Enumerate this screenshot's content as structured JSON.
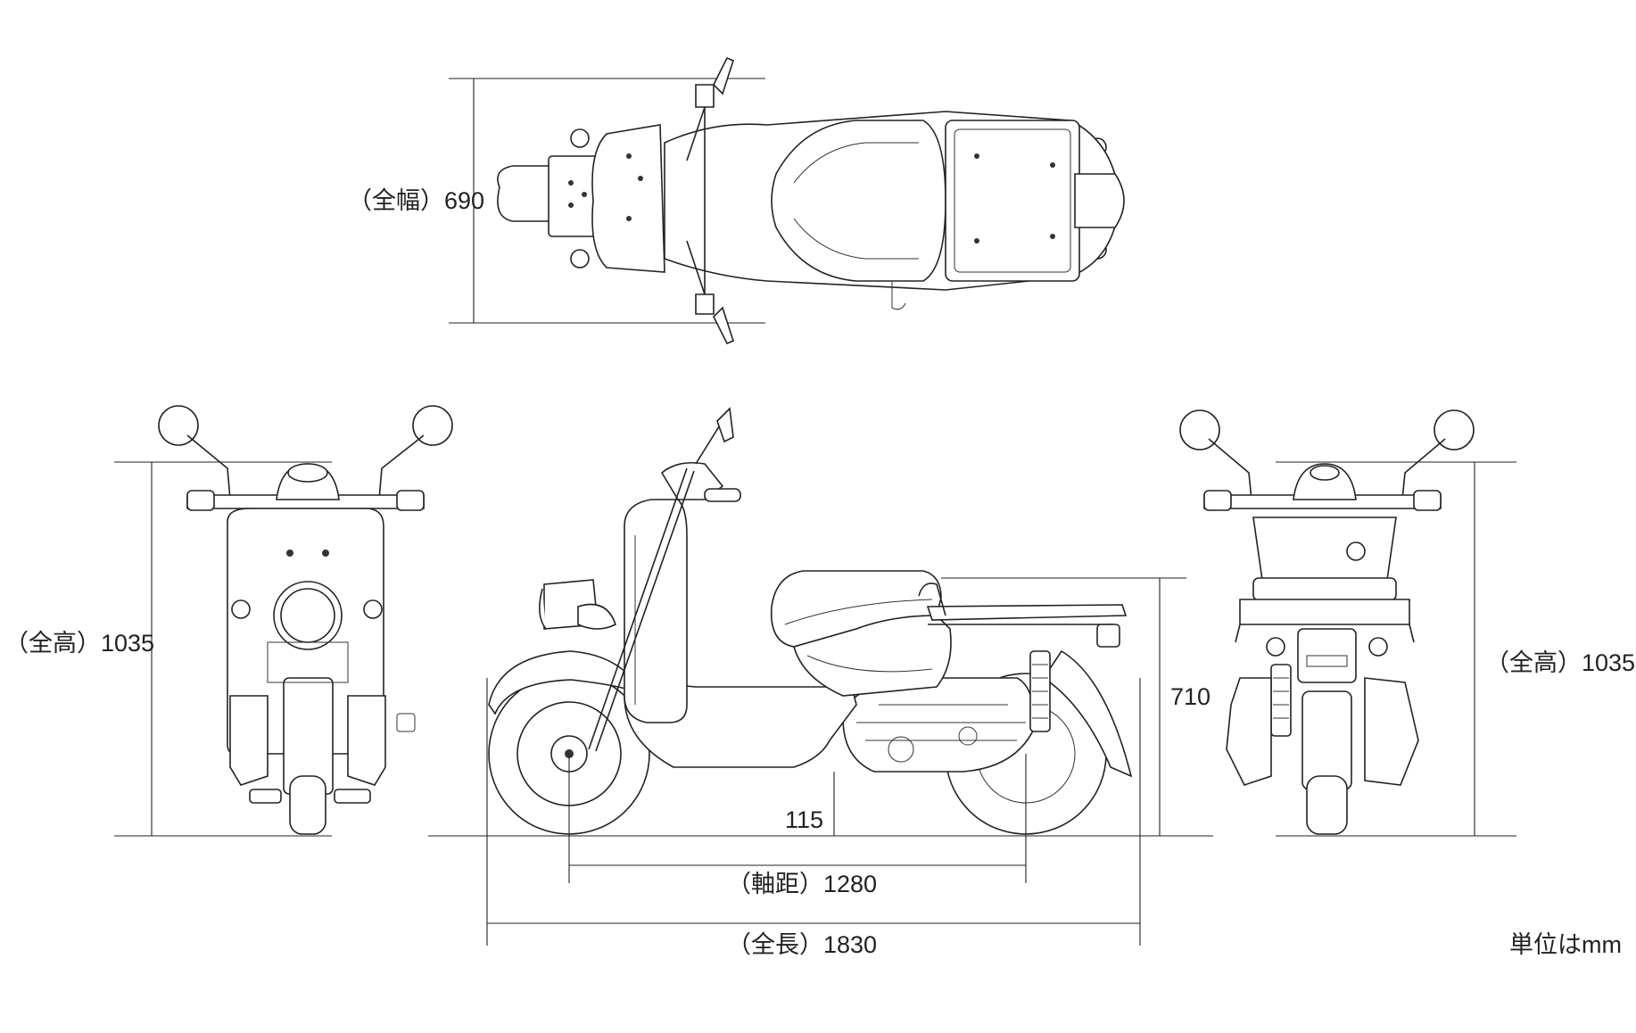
{
  "dimensions": {
    "overall_width": "（全幅）690",
    "overall_height_front": "（全高）1035",
    "overall_height_rear": "（全高）1035",
    "seat_height": "710",
    "ground_clearance": "115",
    "wheelbase": "（軸距）1280",
    "overall_length": "（全長）1830"
  },
  "unit_note": "単位はmm"
}
